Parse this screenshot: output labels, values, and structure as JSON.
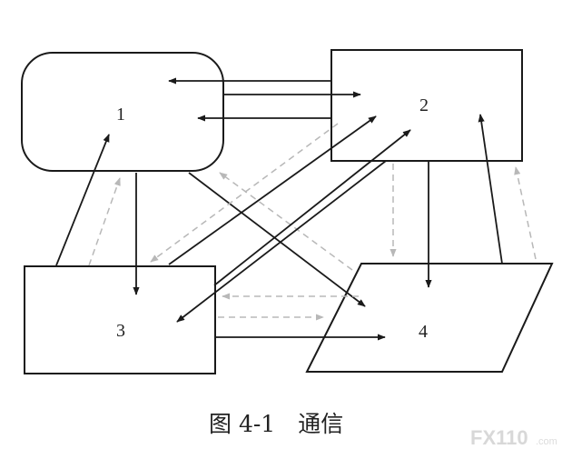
{
  "nodes": [
    {
      "id": "1",
      "label": "1",
      "shape": "rounded-rectangle"
    },
    {
      "id": "2",
      "label": "2",
      "shape": "rectangle"
    },
    {
      "id": "3",
      "label": "3",
      "shape": "rectangle"
    },
    {
      "id": "4",
      "label": "4",
      "shape": "parallelogram"
    }
  ],
  "edges": [
    {
      "from": "2",
      "to": "1",
      "style": "solid"
    },
    {
      "from": "1",
      "to": "2",
      "style": "solid"
    },
    {
      "from": "2",
      "to": "1",
      "style": "solid"
    },
    {
      "from": "3",
      "to": "1",
      "style": "solid"
    },
    {
      "from": "1",
      "to": "3",
      "style": "solid"
    },
    {
      "from": "3",
      "to": "1",
      "style": "dashed"
    },
    {
      "from": "1",
      "to": "4",
      "style": "solid"
    },
    {
      "from": "4",
      "to": "1",
      "style": "dashed"
    },
    {
      "from": "3",
      "to": "2",
      "style": "solid"
    },
    {
      "from": "3",
      "to": "2",
      "style": "solid"
    },
    {
      "from": "2",
      "to": "3",
      "style": "solid"
    },
    {
      "from": "2",
      "to": "3",
      "style": "dashed"
    },
    {
      "from": "2",
      "to": "4",
      "style": "solid"
    },
    {
      "from": "2",
      "to": "4",
      "style": "dashed"
    },
    {
      "from": "4",
      "to": "2",
      "style": "solid"
    },
    {
      "from": "4",
      "to": "2",
      "style": "dashed"
    },
    {
      "from": "3",
      "to": "4",
      "style": "solid"
    },
    {
      "from": "4",
      "to": "3",
      "style": "dashed"
    },
    {
      "from": "3",
      "to": "4",
      "style": "dashed"
    }
  ],
  "caption": "图 4-1　通信",
  "watermark": {
    "main": "FX110",
    "suffix": ".com"
  },
  "colors": {
    "line": "#1a1a1a",
    "dashed_line": "#b8b8b8",
    "background": "#ffffff"
  }
}
